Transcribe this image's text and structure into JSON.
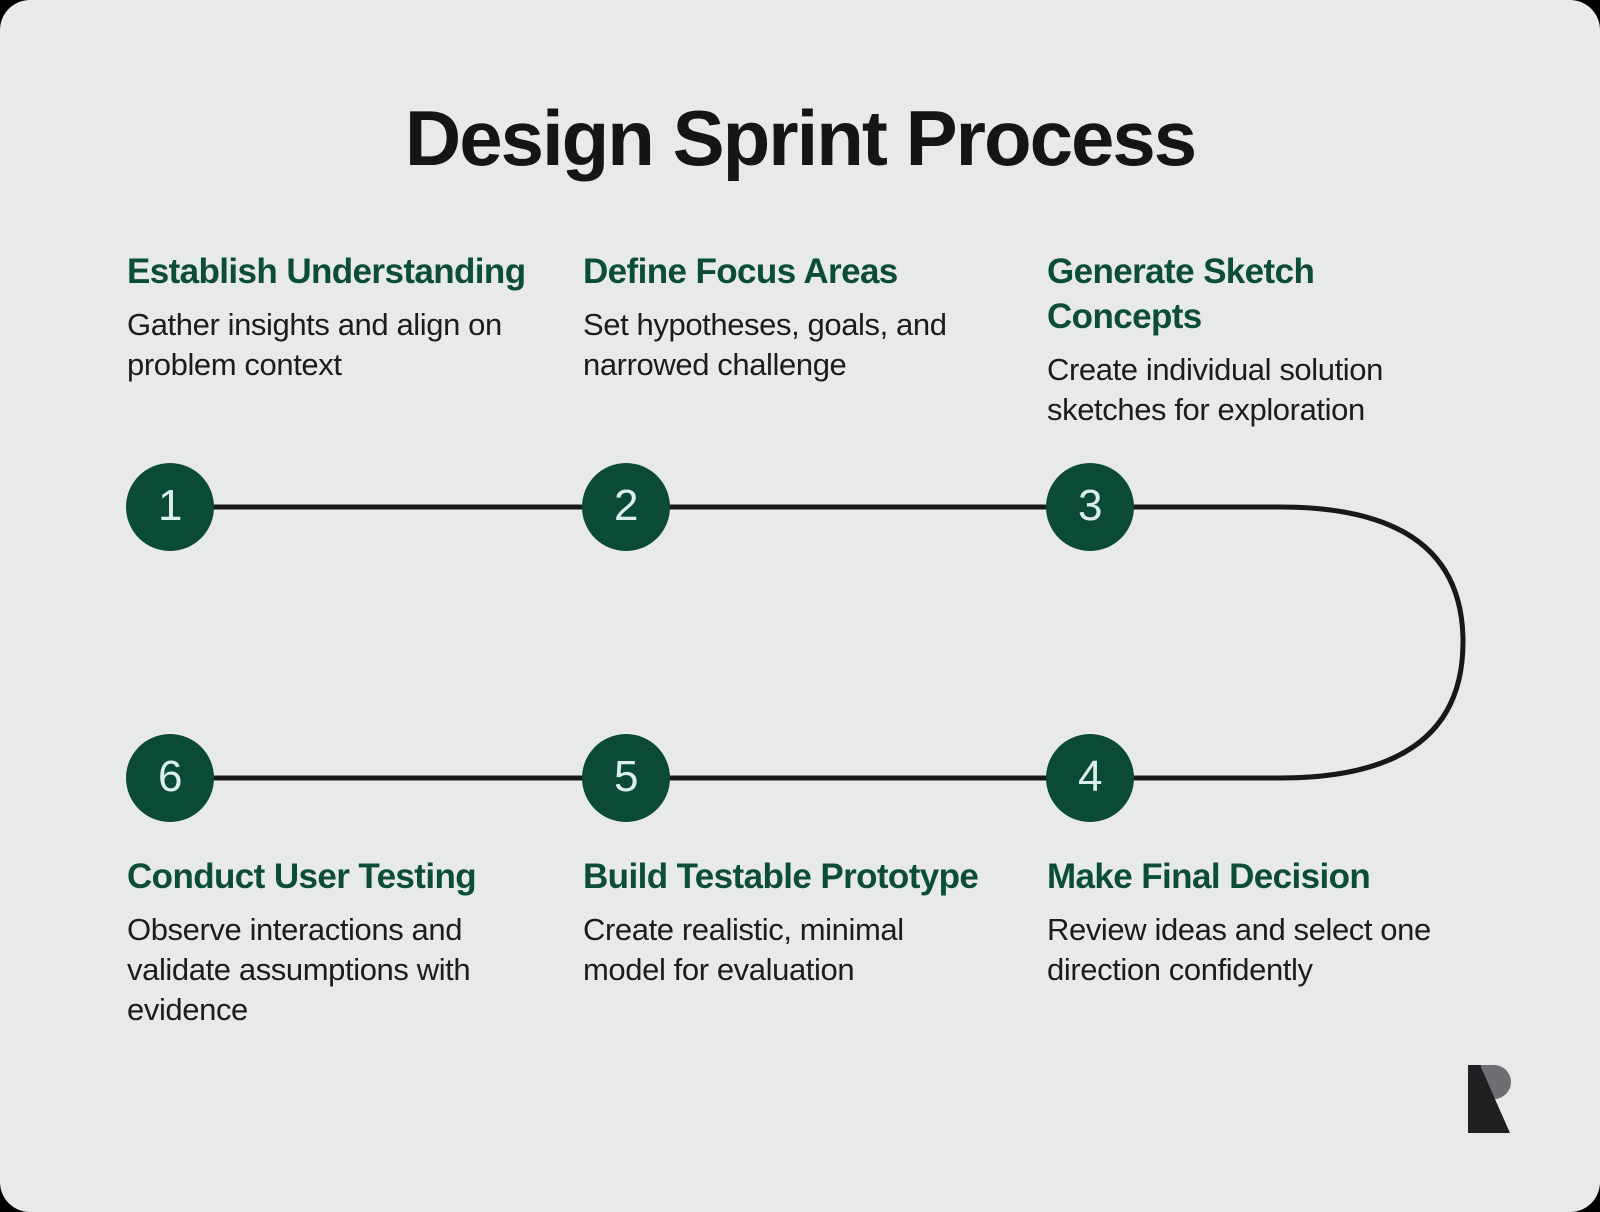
{
  "title": "Design Sprint Process",
  "colors": {
    "background": "#E8EAEA",
    "accent_green": "#0B4D38",
    "node_fill": "#0B4A37",
    "node_text": "#DCEFEC",
    "body_text": "#1B1C1E",
    "title_text": "#141516",
    "connector_line": "#17181A",
    "logo_dark": "#1F2022",
    "logo_gray": "#6E6F72"
  },
  "steps": [
    {
      "number": "1",
      "heading": "Establish Understanding",
      "description": "Gather insights and align on problem context"
    },
    {
      "number": "2",
      "heading": "Define Focus Areas",
      "description": "Set hypotheses, goals, and narrowed challenge"
    },
    {
      "number": "3",
      "heading": "Generate Sketch Concepts",
      "description": "Create individual solution sketches for exploration"
    },
    {
      "number": "4",
      "heading": "Make Final Decision",
      "description": "Review ideas and select one direction confidently"
    },
    {
      "number": "5",
      "heading": "Build Testable Prototype",
      "description": "Create realistic, minimal model for evaluation"
    },
    {
      "number": "6",
      "heading": "Conduct User Testing",
      "description": "Observe interactions and validate assumptions with evidence"
    }
  ],
  "logo": {
    "name": "brand-logo-r"
  }
}
